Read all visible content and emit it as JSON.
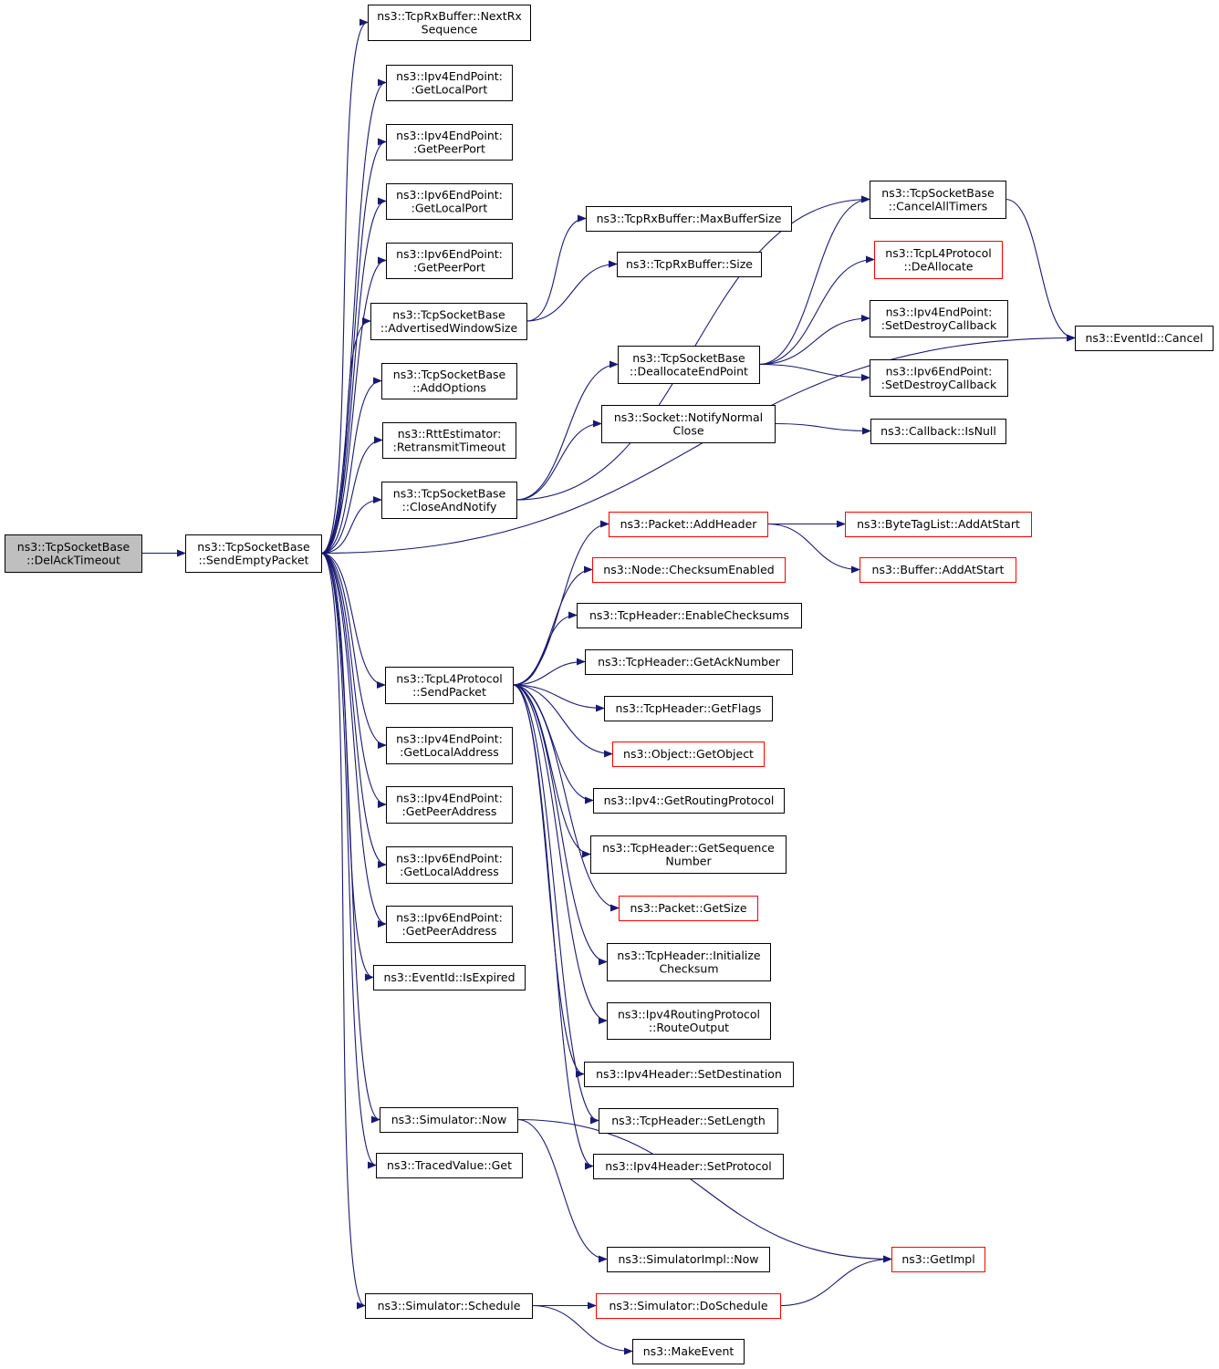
{
  "colors": {
    "edge": "#191970",
    "root_fill": "#bfbfbf",
    "missing_border": "#ff0000",
    "border": "#000000"
  },
  "nodes": {
    "del_ack_timeout": {
      "lines": [
        "ns3::TcpSocketBase",
        "::DelAckTimeout"
      ],
      "style": "root"
    },
    "send_empty_packet": {
      "lines": [
        "ns3::TcpSocketBase",
        "::SendEmptyPacket"
      ],
      "style": "normal"
    },
    "next_rx_sequence": {
      "lines": [
        "ns3::TcpRxBuffer::NextRx",
        "Sequence"
      ],
      "style": "normal"
    },
    "ipv4_get_local_port": {
      "lines": [
        "ns3::Ipv4EndPoint:",
        ":GetLocalPort"
      ],
      "style": "normal"
    },
    "ipv4_get_peer_port": {
      "lines": [
        "ns3::Ipv4EndPoint:",
        ":GetPeerPort"
      ],
      "style": "normal"
    },
    "ipv6_get_local_port": {
      "lines": [
        "ns3::Ipv6EndPoint:",
        ":GetLocalPort"
      ],
      "style": "normal"
    },
    "ipv6_get_peer_port": {
      "lines": [
        "ns3::Ipv6EndPoint:",
        ":GetPeerPort"
      ],
      "style": "normal"
    },
    "advertised_window_size": {
      "lines": [
        "ns3::TcpSocketBase",
        "::AdvertisedWindowSize"
      ],
      "style": "normal"
    },
    "add_options": {
      "lines": [
        "ns3::TcpSocketBase",
        "::AddOptions"
      ],
      "style": "normal"
    },
    "retransmit_timeout": {
      "lines": [
        "ns3::RttEstimator:",
        ":RetransmitTimeout"
      ],
      "style": "normal"
    },
    "close_and_notify": {
      "lines": [
        "ns3::TcpSocketBase",
        "::CloseAndNotify"
      ],
      "style": "normal"
    },
    "tcp_l4_send_packet": {
      "lines": [
        "ns3::TcpL4Protocol",
        "::SendPacket"
      ],
      "style": "normal"
    },
    "ipv4_get_local_address": {
      "lines": [
        "ns3::Ipv4EndPoint:",
        ":GetLocalAddress"
      ],
      "style": "normal"
    },
    "ipv4_get_peer_address": {
      "lines": [
        "ns3::Ipv4EndPoint:",
        ":GetPeerAddress"
      ],
      "style": "normal"
    },
    "ipv6_get_local_address": {
      "lines": [
        "ns3::Ipv6EndPoint:",
        ":GetLocalAddress"
      ],
      "style": "normal"
    },
    "ipv6_get_peer_address": {
      "lines": [
        "ns3::Ipv6EndPoint:",
        ":GetPeerAddress"
      ],
      "style": "normal"
    },
    "event_is_expired": {
      "lines": [
        "ns3::EventId::IsExpired"
      ],
      "style": "normal"
    },
    "simulator_now": {
      "lines": [
        "ns3::Simulator::Now"
      ],
      "style": "normal"
    },
    "traced_value_get": {
      "lines": [
        "ns3::TracedValue::Get"
      ],
      "style": "normal"
    },
    "simulator_schedule": {
      "lines": [
        "ns3::Simulator::Schedule"
      ],
      "style": "normal"
    },
    "max_buffer_size": {
      "lines": [
        "ns3::TcpRxBuffer::MaxBufferSize"
      ],
      "style": "normal"
    },
    "rx_buffer_size": {
      "lines": [
        "ns3::TcpRxBuffer::Size"
      ],
      "style": "normal"
    },
    "deallocate_end_point": {
      "lines": [
        "ns3::TcpSocketBase",
        "::DeallocateEndPoint"
      ],
      "style": "normal"
    },
    "notify_normal_close": {
      "lines": [
        "ns3::Socket::NotifyNormal",
        "Close"
      ],
      "style": "normal"
    },
    "cancel_all_timers": {
      "lines": [
        "ns3::TcpSocketBase",
        "::CancelAllTimers"
      ],
      "style": "normal"
    },
    "l4_deallocate": {
      "lines": [
        "ns3::TcpL4Protocol",
        "::DeAllocate"
      ],
      "style": "red"
    },
    "ipv4_set_destroy_callback": {
      "lines": [
        "ns3::Ipv4EndPoint:",
        ":SetDestroyCallback"
      ],
      "style": "normal"
    },
    "ipv6_set_destroy_callback": {
      "lines": [
        "ns3::Ipv6EndPoint:",
        ":SetDestroyCallback"
      ],
      "style": "normal"
    },
    "callback_is_null": {
      "lines": [
        "ns3::Callback::IsNull"
      ],
      "style": "normal"
    },
    "event_cancel": {
      "lines": [
        "ns3::EventId::Cancel"
      ],
      "style": "normal"
    },
    "packet_add_header": {
      "lines": [
        "ns3::Packet::AddHeader"
      ],
      "style": "red"
    },
    "node_checksum_enabled": {
      "lines": [
        "ns3::Node::ChecksumEnabled"
      ],
      "style": "red"
    },
    "enable_checksums": {
      "lines": [
        "ns3::TcpHeader::EnableChecksums"
      ],
      "style": "normal"
    },
    "get_ack_number": {
      "lines": [
        "ns3::TcpHeader::GetAckNumber"
      ],
      "style": "normal"
    },
    "get_flags": {
      "lines": [
        "ns3::TcpHeader::GetFlags"
      ],
      "style": "normal"
    },
    "object_get_object": {
      "lines": [
        "ns3::Object::GetObject"
      ],
      "style": "red"
    },
    "get_routing_protocol": {
      "lines": [
        "ns3::Ipv4::GetRoutingProtocol"
      ],
      "style": "normal"
    },
    "get_sequence_number": {
      "lines": [
        "ns3::TcpHeader::GetSequence",
        "Number"
      ],
      "style": "normal"
    },
    "packet_get_size": {
      "lines": [
        "ns3::Packet::GetSize"
      ],
      "style": "red"
    },
    "initialize_checksum": {
      "lines": [
        "ns3::TcpHeader::Initialize",
        "Checksum"
      ],
      "style": "normal"
    },
    "route_output": {
      "lines": [
        "ns3::Ipv4RoutingProtocol",
        "::RouteOutput"
      ],
      "style": "normal"
    },
    "set_destination": {
      "lines": [
        "ns3::Ipv4Header::SetDestination"
      ],
      "style": "normal"
    },
    "set_length": {
      "lines": [
        "ns3::TcpHeader::SetLength"
      ],
      "style": "normal"
    },
    "set_protocol": {
      "lines": [
        "ns3::Ipv4Header::SetProtocol"
      ],
      "style": "normal"
    },
    "simulator_impl_now": {
      "lines": [
        "ns3::SimulatorImpl::Now"
      ],
      "style": "normal"
    },
    "get_impl": {
      "lines": [
        "ns3::GetImpl"
      ],
      "style": "red"
    },
    "do_schedule": {
      "lines": [
        "ns3::Simulator::DoSchedule"
      ],
      "style": "red"
    },
    "make_event": {
      "lines": [
        "ns3::MakeEvent"
      ],
      "style": "normal"
    },
    "byte_tag_list_add_at_start": {
      "lines": [
        "ns3::ByteTagList::AddAtStart"
      ],
      "style": "red"
    },
    "buffer_add_at_start": {
      "lines": [
        "ns3::Buffer::AddAtStart"
      ],
      "style": "red"
    }
  },
  "edges": [
    [
      "del_ack_timeout",
      "send_empty_packet"
    ],
    [
      "send_empty_packet",
      "next_rx_sequence"
    ],
    [
      "send_empty_packet",
      "ipv4_get_local_port"
    ],
    [
      "send_empty_packet",
      "ipv4_get_peer_port"
    ],
    [
      "send_empty_packet",
      "ipv6_get_local_port"
    ],
    [
      "send_empty_packet",
      "ipv6_get_peer_port"
    ],
    [
      "send_empty_packet",
      "advertised_window_size"
    ],
    [
      "send_empty_packet",
      "add_options"
    ],
    [
      "send_empty_packet",
      "retransmit_timeout"
    ],
    [
      "send_empty_packet",
      "close_and_notify"
    ],
    [
      "send_empty_packet",
      "event_cancel"
    ],
    [
      "send_empty_packet",
      "tcp_l4_send_packet"
    ],
    [
      "send_empty_packet",
      "ipv4_get_local_address"
    ],
    [
      "send_empty_packet",
      "ipv4_get_peer_address"
    ],
    [
      "send_empty_packet",
      "ipv6_get_local_address"
    ],
    [
      "send_empty_packet",
      "ipv6_get_peer_address"
    ],
    [
      "send_empty_packet",
      "event_is_expired"
    ],
    [
      "send_empty_packet",
      "simulator_now"
    ],
    [
      "send_empty_packet",
      "traced_value_get"
    ],
    [
      "send_empty_packet",
      "simulator_schedule"
    ],
    [
      "advertised_window_size",
      "max_buffer_size"
    ],
    [
      "advertised_window_size",
      "rx_buffer_size"
    ],
    [
      "close_and_notify",
      "cancel_all_timers"
    ],
    [
      "close_and_notify",
      "deallocate_end_point"
    ],
    [
      "close_and_notify",
      "notify_normal_close"
    ],
    [
      "deallocate_end_point",
      "cancel_all_timers"
    ],
    [
      "deallocate_end_point",
      "l4_deallocate"
    ],
    [
      "deallocate_end_point",
      "ipv4_set_destroy_callback"
    ],
    [
      "deallocate_end_point",
      "ipv6_set_destroy_callback"
    ],
    [
      "notify_normal_close",
      "callback_is_null"
    ],
    [
      "cancel_all_timers",
      "event_cancel"
    ],
    [
      "tcp_l4_send_packet",
      "packet_add_header"
    ],
    [
      "tcp_l4_send_packet",
      "node_checksum_enabled"
    ],
    [
      "tcp_l4_send_packet",
      "enable_checksums"
    ],
    [
      "tcp_l4_send_packet",
      "get_ack_number"
    ],
    [
      "tcp_l4_send_packet",
      "get_flags"
    ],
    [
      "tcp_l4_send_packet",
      "object_get_object"
    ],
    [
      "tcp_l4_send_packet",
      "get_routing_protocol"
    ],
    [
      "tcp_l4_send_packet",
      "get_sequence_number"
    ],
    [
      "tcp_l4_send_packet",
      "packet_get_size"
    ],
    [
      "tcp_l4_send_packet",
      "initialize_checksum"
    ],
    [
      "tcp_l4_send_packet",
      "route_output"
    ],
    [
      "tcp_l4_send_packet",
      "set_destination"
    ],
    [
      "tcp_l4_send_packet",
      "set_length"
    ],
    [
      "tcp_l4_send_packet",
      "set_protocol"
    ],
    [
      "packet_add_header",
      "byte_tag_list_add_at_start"
    ],
    [
      "packet_add_header",
      "buffer_add_at_start"
    ],
    [
      "simulator_now",
      "simulator_impl_now"
    ],
    [
      "simulator_now",
      "get_impl"
    ],
    [
      "simulator_schedule",
      "do_schedule"
    ],
    [
      "simulator_schedule",
      "make_event"
    ],
    [
      "do_schedule",
      "get_impl"
    ]
  ]
}
